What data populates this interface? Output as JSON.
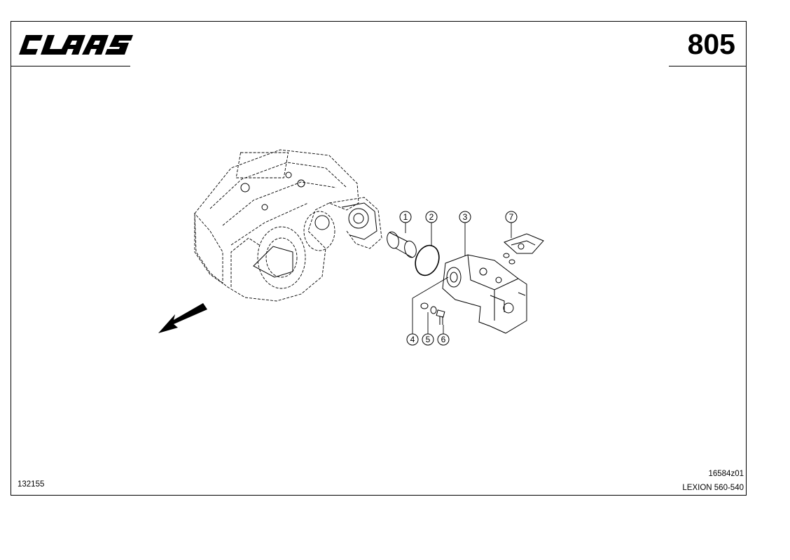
{
  "header": {
    "brand": "CLAAS",
    "page_number": "805"
  },
  "footer": {
    "catalog_number": "132155",
    "drawing_id": "16584z01",
    "model": "LEXION 560-540"
  },
  "callouts": [
    "1",
    "2",
    "3",
    "4",
    "5",
    "6",
    "7"
  ],
  "colors": {
    "ink": "#000000",
    "paper": "#ffffff"
  }
}
